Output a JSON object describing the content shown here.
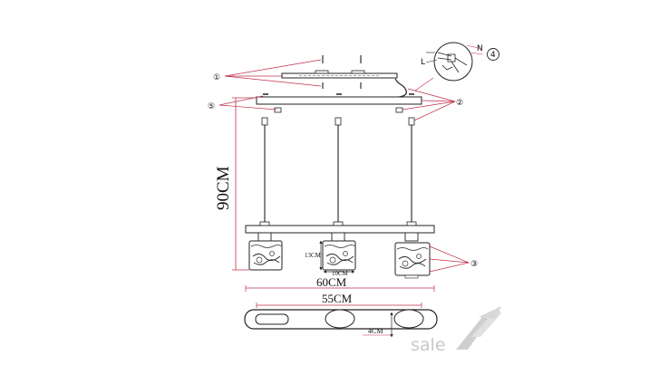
{
  "dimensions": {
    "height_label": "90CM",
    "shade_height_label": "13CM",
    "shade_width_label": "10CM",
    "bar_length_label": "60CM",
    "canopy_length_label": "55CM",
    "canopy_depth_label": "4CM"
  },
  "callouts": {
    "c1": "①",
    "c2": "②",
    "c3": "③",
    "c4": "4",
    "c5": "⑤"
  },
  "detail": {
    "wire_n": "N",
    "wire_l": "L"
  },
  "watermark": {
    "brand": "sale"
  },
  "colors": {
    "line": "#222222",
    "leader": "#c0304a",
    "watermark": "#cccccc"
  }
}
